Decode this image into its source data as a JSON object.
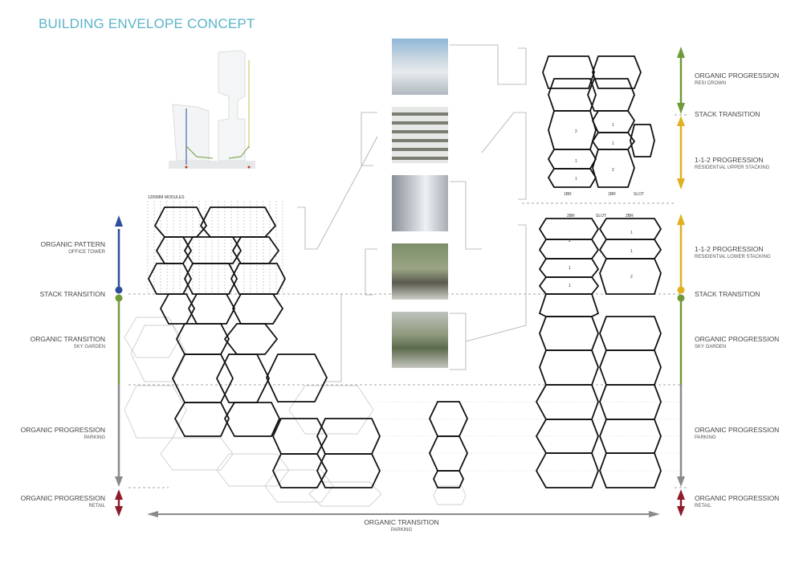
{
  "title": "BUILDING ENVELOPE CONCEPT",
  "colors": {
    "title": "#5ab4c9",
    "office_tower": "#2c4e9a",
    "sky_garden": "#6f9a3a",
    "residential": "#e0b020",
    "parking": "#8a8a8a",
    "retail": "#8e1a2c"
  },
  "left_labels": [
    {
      "main": "ORGANIC PATTERN",
      "sub": "OFFICE TOWER"
    },
    {
      "main": "STACK TRANSITION",
      "sub": ""
    },
    {
      "main": "ORGANIC TRANSITION",
      "sub": "SKY GARDEN"
    },
    {
      "main": "ORGANIC PROGRESSION",
      "sub": "PARKING"
    },
    {
      "main": "ORGANIC PROGRESSION",
      "sub": "RETAIL"
    }
  ],
  "right_labels": [
    {
      "main": "ORGANIC PROGRESSION",
      "sub": "RESI CROWN"
    },
    {
      "main": "STACK TRANSITION",
      "sub": ""
    },
    {
      "main": "1-1-2 PROGRESSION",
      "sub": "RESIDENTIAL UPPER STACKING"
    },
    {
      "main": "1-1-2 PROGRESSION",
      "sub": "RESIDENTIAL LOWER STACKING"
    },
    {
      "main": "STACK TRANSITION",
      "sub": ""
    },
    {
      "main": "ORGANIC PROGRESSION",
      "sub": "SKY GARDEN"
    },
    {
      "main": "ORGANIC PROGRESSION",
      "sub": "PARKING"
    },
    {
      "main": "ORGANIC PROGRESSION",
      "sub": "RETAIL"
    }
  ],
  "bottom_label": {
    "main": "ORGANIC TRANSITION",
    "sub": "PARKING"
  },
  "module_label": "1200MM MODULES",
  "upper_unit_labels": [
    "1BR",
    "1BR",
    "SLOT"
  ],
  "lower_unit_labels": [
    "2BR",
    "SLOT",
    "2BR"
  ],
  "upper_unit_numbers": [
    "1",
    "2",
    "1",
    "1",
    "2",
    "1"
  ],
  "lower_unit_numbers": [
    "2",
    "1",
    "1",
    "1",
    "1",
    "2"
  ],
  "photos": [
    "resi-crown-photo",
    "upper-stacking-photo",
    "corner-facade-photo",
    "sky-garden-photo",
    "sky-garden-lower-photo"
  ]
}
